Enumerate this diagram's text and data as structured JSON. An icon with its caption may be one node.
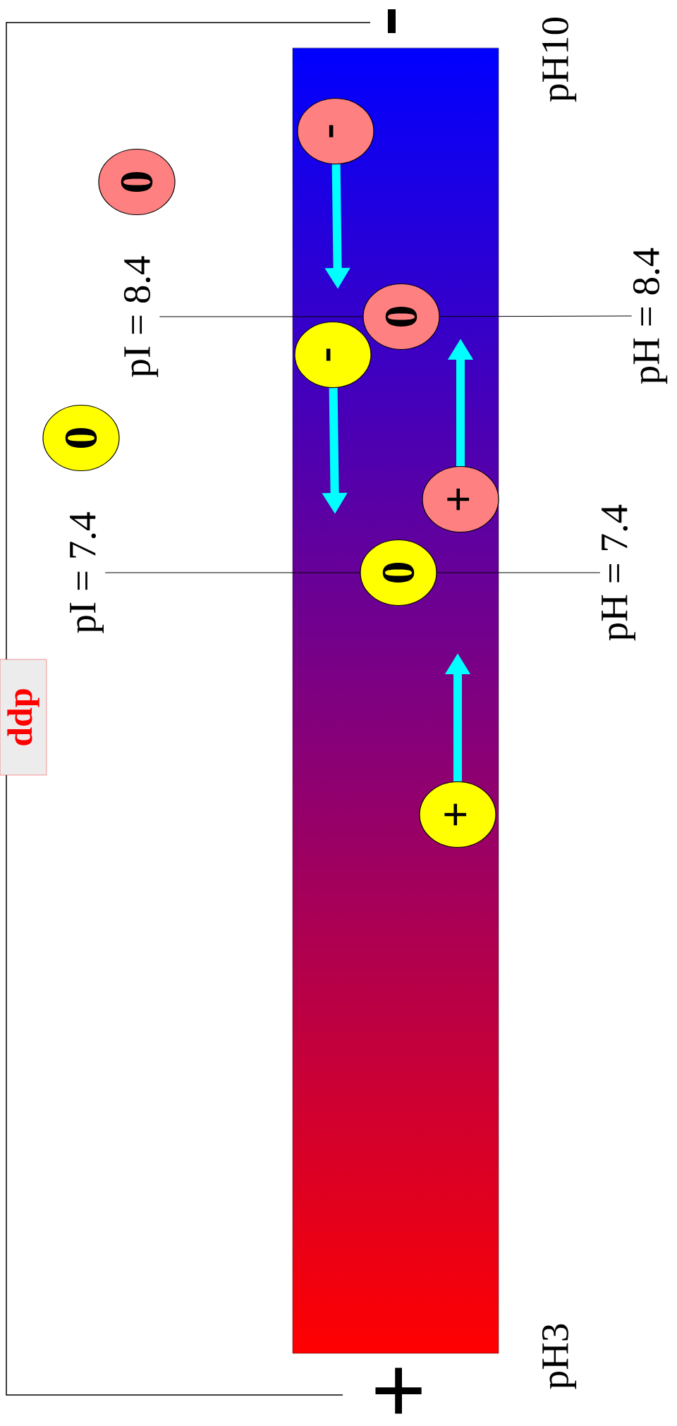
{
  "diagram": {
    "nodes": [
      {
        "text": [
          "ddp"
        ]
      },
      {
        "text": [
          "-"
        ]
      },
      {
        "text": [
          "0"
        ]
      },
      {
        "text": [
          "pI = 8.4"
        ]
      },
      {
        "text": [
          "0"
        ]
      },
      {
        "text": [
          "pH = 8.4"
        ]
      },
      {
        "text": [
          "-"
        ]
      },
      {
        "text": [
          "0"
        ]
      },
      {
        "text": [
          "+"
        ]
      },
      {
        "text": [
          "pI = 7.4"
        ]
      },
      {
        "text": [
          "0"
        ]
      },
      {
        "text": [
          "pH = 7.4"
        ]
      },
      {
        "text": [
          "+"
        ]
      }
    ],
    "edges": [
      {
        "from": 1,
        "to": null,
        "arrow": "to",
        "style": "thick",
        "color": "#00ffff"
      },
      {
        "from": 3,
        "to": 4,
        "arrow": "none",
        "color": "#000000"
      },
      {
        "from": 4,
        "to": 5,
        "arrow": "none",
        "color": "#000000"
      },
      {
        "from": 6,
        "to": null,
        "arrow": "to",
        "style": "thick",
        "color": "#00ffff"
      },
      {
        "from": 8,
        "to": null,
        "arrow": "to",
        "style": "thick",
        "color": "#00ffff"
      },
      {
        "from": 9,
        "to": 10,
        "arrow": "none",
        "color": "#000000"
      },
      {
        "from": 10,
        "to": 11,
        "arrow": "none",
        "color": "#000000"
      },
      {
        "from": 12,
        "to": null,
        "arrow": "to",
        "style": "thick",
        "color": "#00ffff"
      }
    ],
    "labels": [
      "-",
      "pH10",
      "pH3",
      "+"
    ]
  }
}
